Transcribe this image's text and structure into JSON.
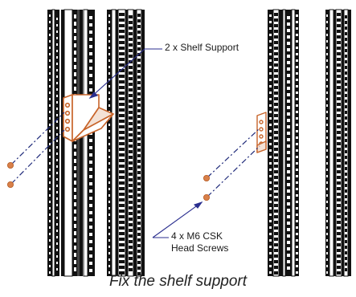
{
  "callouts": {
    "shelf_support": "2 x Shelf Support",
    "screws_line1": "4 x M6 CSK",
    "screws_line2": "Head Screws"
  },
  "caption": "Fix the shelf support",
  "colors": {
    "rail": "#111111",
    "bracket": "#c8642a",
    "screw": "#d9804a",
    "arrow": "#2b2f8f",
    "guide": "#1f2a7a"
  },
  "icons": [
    "rack-rail",
    "shelf-support-bracket",
    "m6-screw"
  ]
}
